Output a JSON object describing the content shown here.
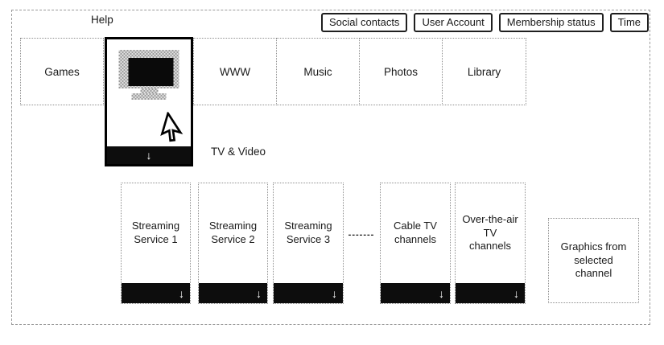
{
  "header": {
    "help_label": "Help",
    "status_boxes": [
      {
        "label": "Social contacts"
      },
      {
        "label": "User Account"
      },
      {
        "label": "Membership status"
      },
      {
        "label": "Time"
      }
    ]
  },
  "menu": {
    "items": [
      {
        "label": "Games"
      },
      {
        "label": "WWW"
      },
      {
        "label": "Music"
      },
      {
        "label": "Photos"
      },
      {
        "label": "Library"
      }
    ],
    "selected_item": {
      "label": "TV & Video",
      "icon": "tv-icon"
    }
  },
  "submenu": {
    "separator": "-------",
    "cards": [
      {
        "label": "Streaming\nService 1"
      },
      {
        "label": "Streaming\nService 2"
      },
      {
        "label": "Streaming\nService 3"
      },
      {
        "label": "Cable TV\nchannels"
      },
      {
        "label": "Over-the-air\nTV\nchannels"
      }
    ]
  },
  "preview_box": {
    "label": "Graphics from\nselected\nchannel"
  },
  "icons": {
    "down_arrow": "↓",
    "cursor": "mouse-pointer"
  },
  "colors": {
    "bar": "#0d0d0d",
    "tile_border": "#000000",
    "icon_gray": "#9c9c9c"
  }
}
